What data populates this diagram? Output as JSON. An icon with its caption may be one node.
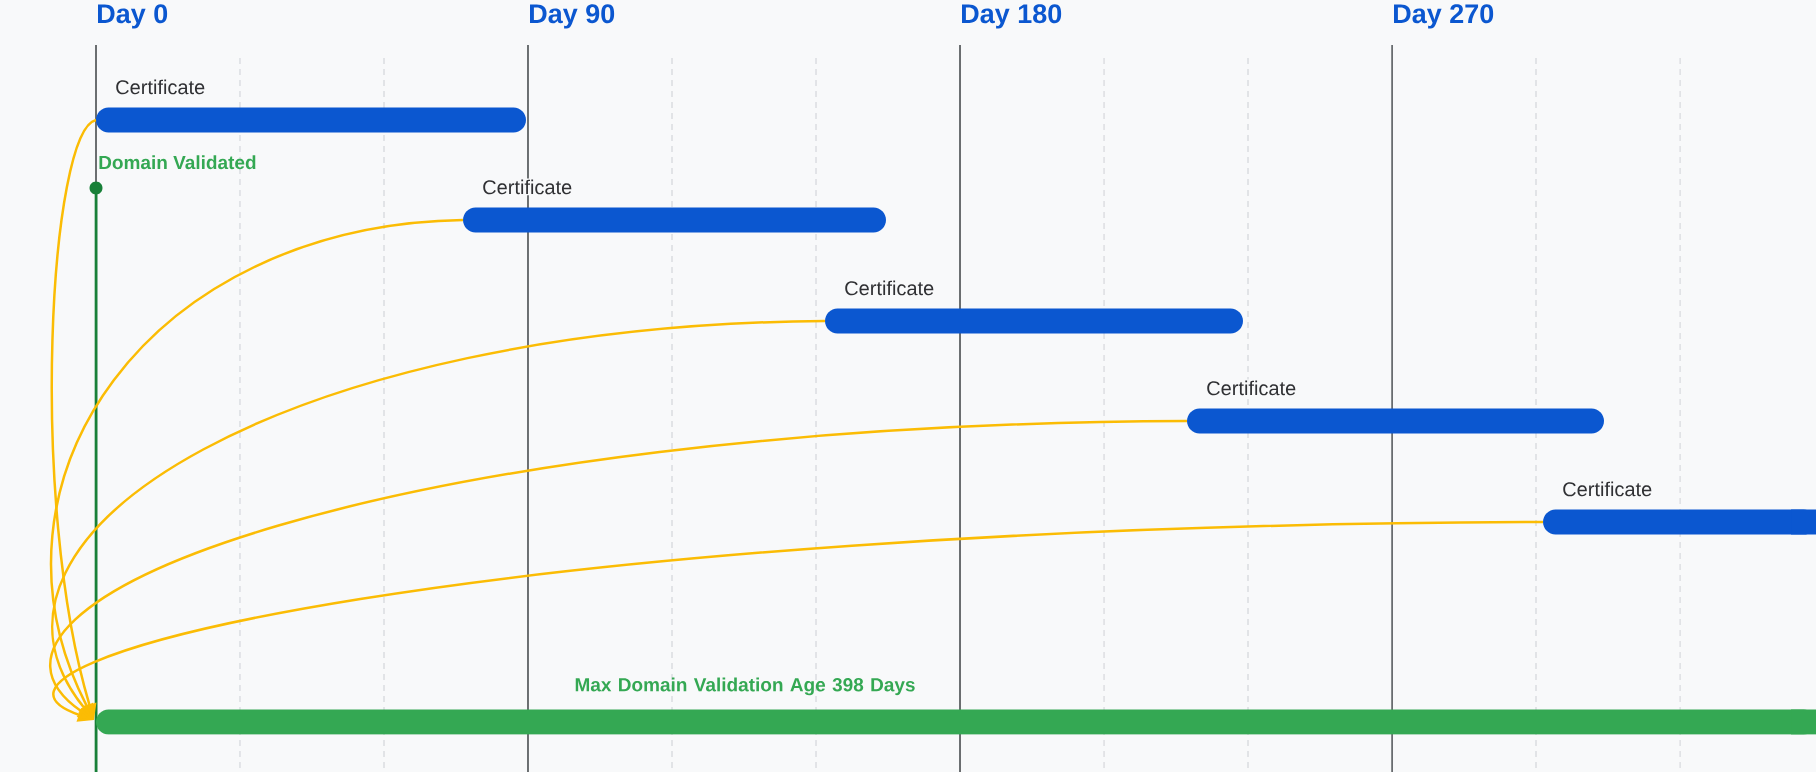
{
  "diagram": {
    "nodes": [
      {
        "text": [
          "Certificate"
        ]
      },
      {
        "text": [
          "Certificate"
        ]
      },
      {
        "text": [
          "Certificate"
        ]
      },
      {
        "text": [
          "Certificate"
        ]
      },
      {
        "text": [
          "Certificate"
        ]
      },
      {
        "text": [
          "Max Domain Validation Age 398 Days"
        ]
      }
    ],
    "edges": [
      {
        "from": 0,
        "to": 5,
        "arrow": "to"
      },
      {
        "from": 1,
        "to": 5,
        "arrow": "to"
      },
      {
        "from": 2,
        "to": 5,
        "arrow": "to"
      },
      {
        "from": 3,
        "to": 5,
        "arrow": "to"
      },
      {
        "from": 4,
        "to": 5,
        "arrow": "to"
      }
    ],
    "labels": [
      "Day 0",
      "Day 90",
      "Day 180",
      "Day 270",
      "Domain Validated"
    ]
  }
}
